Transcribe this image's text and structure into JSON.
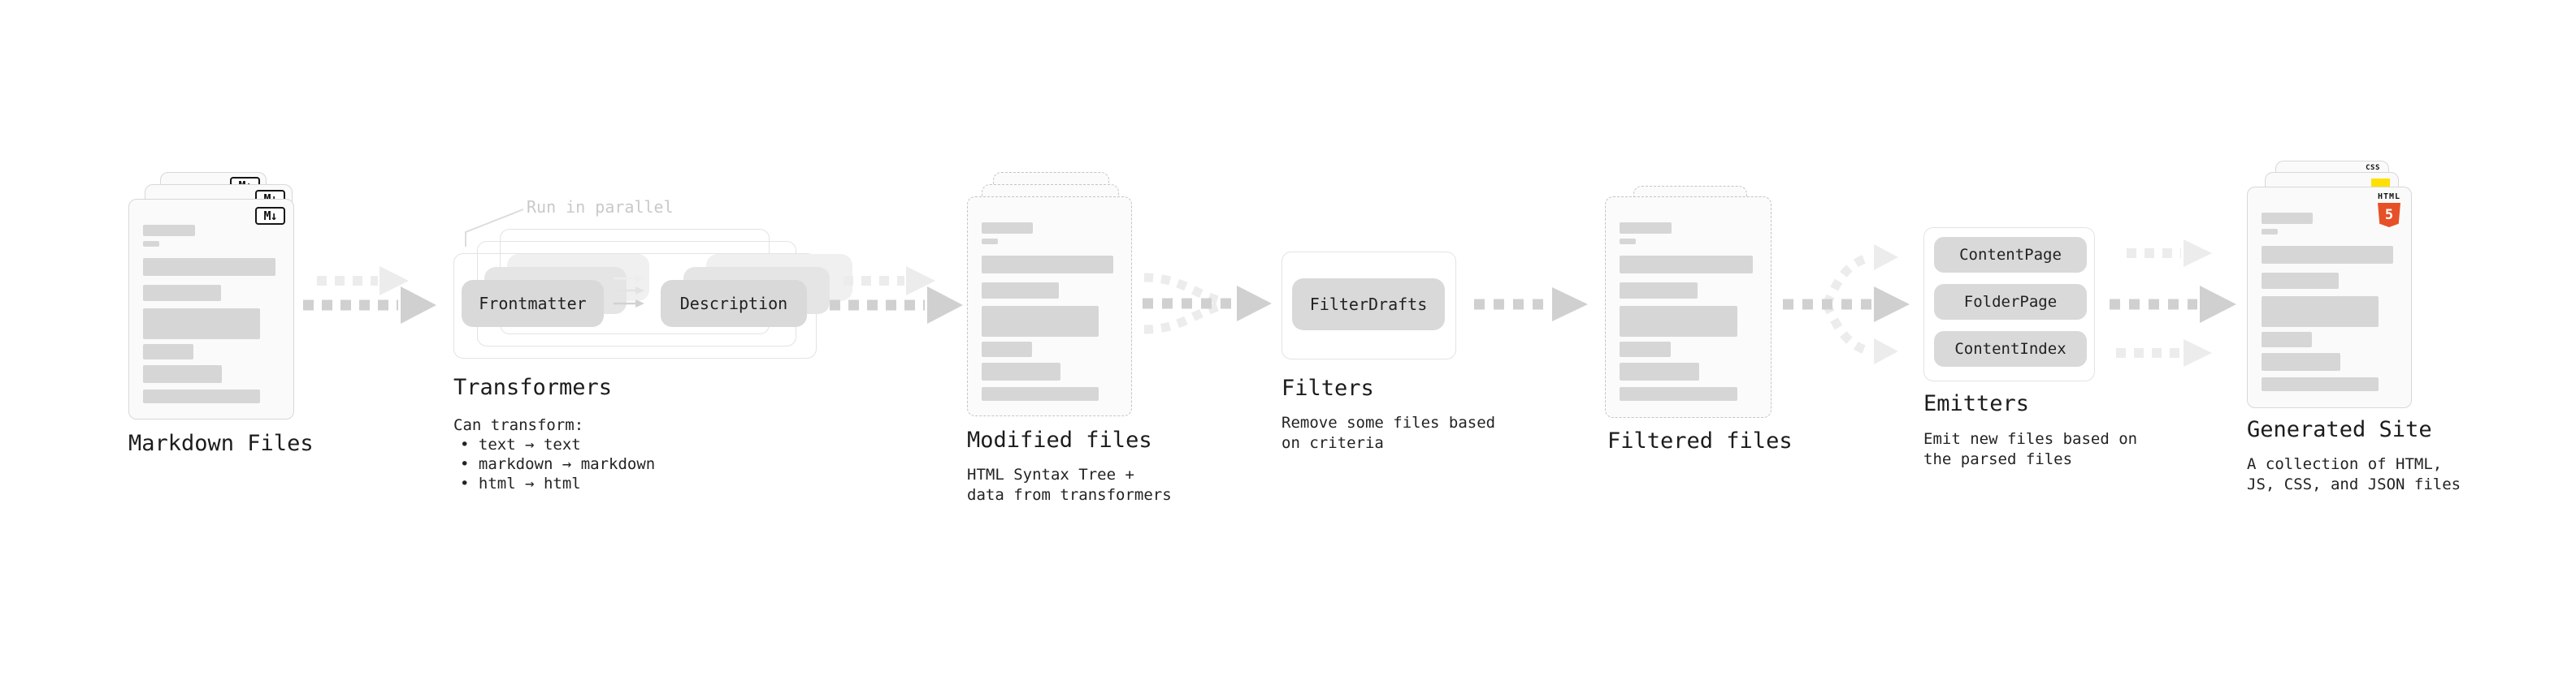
{
  "markdown_files": {
    "label": "Markdown Files",
    "badge": "M↓"
  },
  "transformers": {
    "label": "Transformers",
    "note": "Run in parallel",
    "pill_left": "Frontmatter",
    "pill_right": "Description",
    "desc_heading": "Can transform:",
    "bullets": [
      "• text → text",
      "• markdown → markdown",
      "• html → html"
    ]
  },
  "modified_files": {
    "label": "Modified files",
    "desc": [
      "HTML Syntax Tree +",
      "data from transformers"
    ]
  },
  "filters": {
    "label": "Filters",
    "pill": "FilterDrafts",
    "desc": [
      "Remove some files based",
      "on criteria"
    ]
  },
  "filtered_files": {
    "label": "Filtered files"
  },
  "emitters": {
    "label": "Emitters",
    "pills": [
      "ContentPage",
      "FolderPage",
      "ContentIndex"
    ],
    "desc": [
      "Emit new files based on",
      "the parsed files"
    ]
  },
  "generated_site": {
    "label": "Generated Site",
    "badge_css": "CSS",
    "badge_html": "HTML",
    "badge_html_number": "5",
    "desc": [
      "A collection of HTML,",
      "JS, CSS, and JSON files"
    ]
  },
  "colors": {
    "arrow_dark": "#d0d0d0",
    "arrow_light": "#ececec",
    "html5_orange": "#e65127",
    "js_yellow": "#ffe000",
    "css_blue": "#2b6cea"
  }
}
